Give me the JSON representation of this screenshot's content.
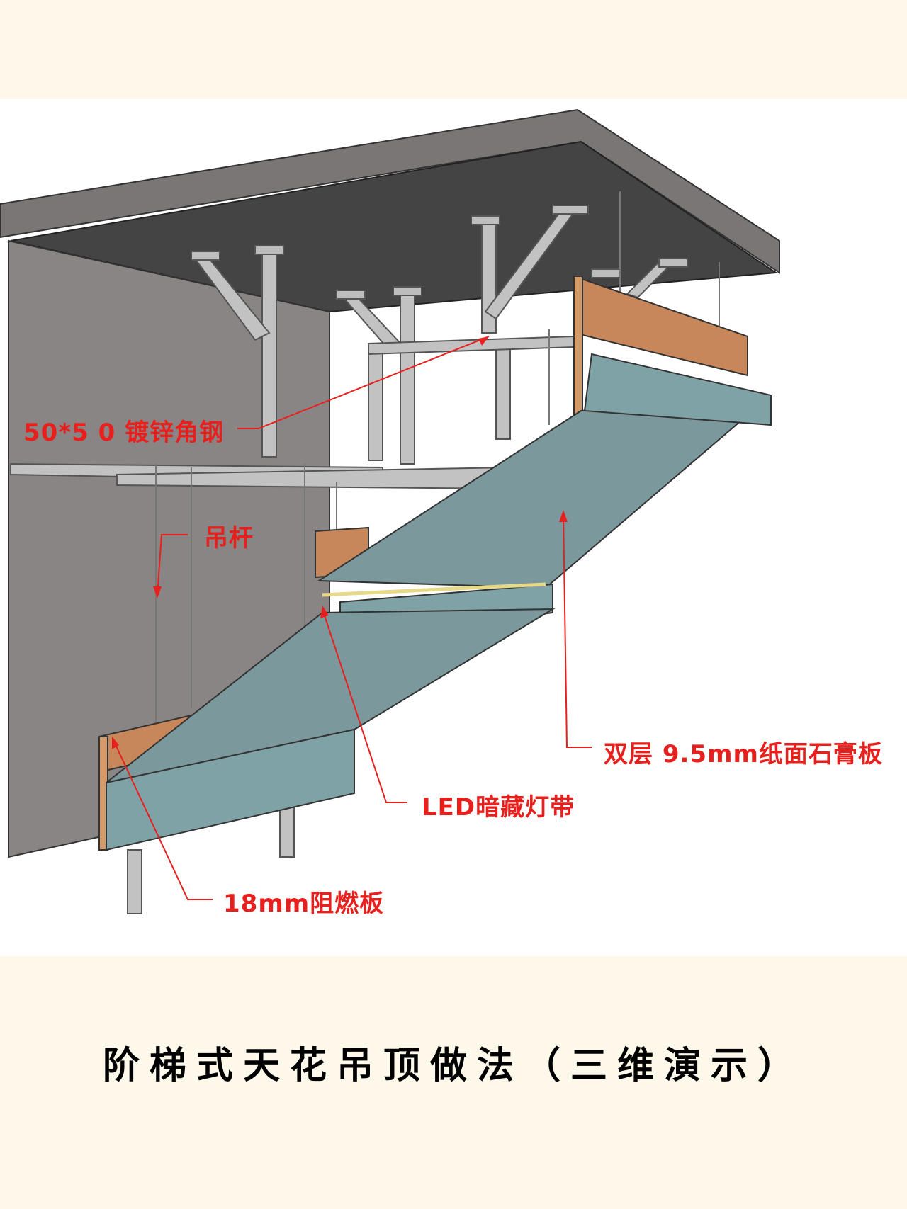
{
  "diagram": {
    "labels": {
      "angle_steel": "50*5 0 镀锌角钢",
      "hanger_rod": "吊杆",
      "gypsum_board": "双层 9.5mm纸面石膏板",
      "led_strip": "LED暗藏灯带",
      "fire_board": "18mm阻燃板"
    },
    "colors": {
      "label_red": "#e8201d",
      "slab": "#7a7676",
      "wall": "#8a8585",
      "gypsum": "#7fa2a6",
      "wood": "#c8875a",
      "steel": "#b9b9b9"
    }
  },
  "caption": {
    "title": "阶梯式天花吊顶做法（三维演示）"
  }
}
